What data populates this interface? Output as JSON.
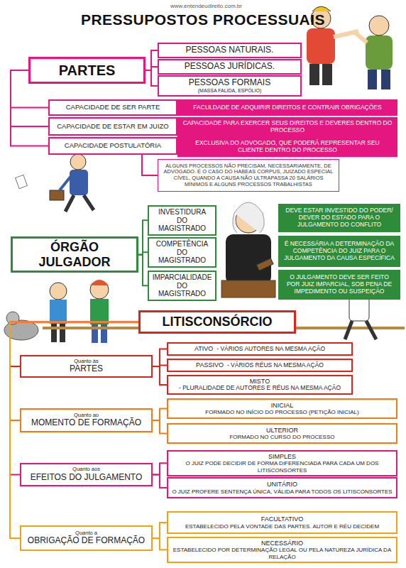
{
  "diagram": {
    "title": "PRESSUPOSTOS PROCESSUAIS",
    "nodes": [
      {
        "text": [
          "PARTES"
        ]
      },
      {
        "text": [
          "PESSOAS NATURAIS."
        ]
      },
      {
        "text": [
          "PESSOAS JURÍDICAS."
        ]
      },
      {
        "text": [
          "PESSOAS FORMAIS",
          "(MASSA FALIDA, ESPÓLIO)"
        ]
      },
      {
        "text": [
          "CAPACIDADE DE SER PARTE"
        ]
      },
      {
        "text": [
          "FACULDADE DE ADQUIRIR DIREITOS E CONTRAIR OBRIGAÇÕES"
        ]
      },
      {
        "text": [
          "CAPACIDADE DE ESTAR EM JUIZO"
        ]
      },
      {
        "text": [
          "CAPACIDADE PARA EXERCER SEUS DIREITOS E DEVERES DENTRO DO PROCESSO"
        ]
      },
      {
        "text": [
          "CAPACIDADE POSTULATÓRIA"
        ]
      },
      {
        "text": [
          "EXCLUSIVA DO ADVOGADO, QUE PODERÁ REPRESENTAR SEU CLIENTE DENTRO DO PROCESSO"
        ]
      },
      {
        "text": [
          "ALGUNS PROCESSOS NÃO PRECISAM, NECESSARIAMENTE, DE ADVOGADO. É O CASO DO HABEAS CORPUS, JUIZADO ESPECIAL CÍVEL, QUANDO A CAUSA NÃO ULTRAPASSA 20 SALÁRIOS MÍNIMOS E ALGUNS PROCESSOS TRABALHISTAS"
        ]
      },
      {
        "text": [
          "ÓRGÃO JULGADOR"
        ]
      },
      {
        "text": [
          "INVESTIDURA DO MAGISTRADO"
        ]
      },
      {
        "text": [
          "COMPETÊNCIA DO MAGISTRADO"
        ]
      },
      {
        "text": [
          "IMPARCIALIDADE DO MAGISTRADO"
        ]
      },
      {
        "text": [
          "DEVE ESTAR INVESTIDO DO PODER/ DEVER DO ESTADO PARA O JULGAMENTO DO CONFLITO"
        ]
      },
      {
        "text": [
          "É NECESSÁRIA A DETERMINAÇÃO DA COMPETÊNCIA DO JUIZ PARA O JULGAMENTO DA CAUSA ESPECÍFICA"
        ]
      },
      {
        "text": [
          "O JULGAMENTO DEVE SER FEITO POR JUIZ IMPARCIAL, SOB PENA DE IMPEDIMENTO OU SUSPEIÇÃO"
        ]
      },
      {
        "text": [
          "LITISCONSÓRCIO"
        ]
      },
      {
        "text": [
          "Quanto às",
          "PARTES"
        ]
      },
      {
        "text": [
          "ATIVO",
          "- VÁRIOS AUTORES NA MESMA AÇÃO"
        ]
      },
      {
        "text": [
          "PASSIVO",
          "- VÁRIOS RÉUS NA MESMA AÇÃO"
        ]
      },
      {
        "text": [
          "MISTO",
          "- PLURALIDADE DE AUTORES E RÉUS NA MESMA AÇÃO"
        ]
      },
      {
        "text": [
          "Quanto ao",
          "MOMENTO DE FORMAÇÃO"
        ]
      },
      {
        "text": [
          "INICIAL",
          "FORMADO NO INÍCIO DO PROCESSO (PETIÇÃO INICIAL)"
        ]
      },
      {
        "text": [
          "ULTERIOR",
          "FORMADO NO CURSO DO PROCESSO"
        ]
      },
      {
        "text": [
          "Quanto aos",
          "EFEITOS DO JULGAMENTO"
        ]
      },
      {
        "text": [
          "SIMPLES",
          "O JUIZ PODE DECIDIR DE FORMA DIFERENCIADA PARA CADA UM DOS LITISCONSORTES"
        ]
      },
      {
        "text": [
          "UNITÁRIO",
          "O JUIZ PROFERE SENTENÇA ÚNICA, VÁLIDA PARA TODOS OS LITISCONSORTES"
        ]
      },
      {
        "text": [
          "Quanto a",
          "OBRIGAÇÃO DE FORMAÇÃO"
        ]
      },
      {
        "text": [
          "FACULTATIVO",
          "ESTABELECIDO PELA VONTADE DAS PARTES. AUTOR E RÉU DECIDEM"
        ]
      },
      {
        "text": [
          "NECESSÁRIO",
          "ESTABELECIDO POR DETERMINAÇÃO LEGAL OU PELA NATUREZA JURÍDICA DA RELAÇÃO"
        ]
      }
    ],
    "edges": [
      {
        "from": 0,
        "to": 1,
        "arrow": "none"
      },
      {
        "from": 0,
        "to": 2,
        "arrow": "none"
      },
      {
        "from": 0,
        "to": 3,
        "arrow": "none"
      },
      {
        "from": 0,
        "to": 4,
        "arrow": "none"
      },
      {
        "from": 0,
        "to": 6,
        "arrow": "none"
      },
      {
        "from": 0,
        "to": 8,
        "arrow": "none"
      },
      {
        "from": 8,
        "to": 10,
        "arrow": "none"
      },
      {
        "from": 11,
        "to": 12,
        "arrow": "none"
      },
      {
        "from": 11,
        "to": 13,
        "arrow": "none"
      },
      {
        "from": 11,
        "to": 14,
        "arrow": "none"
      },
      {
        "from": 18,
        "to": 19,
        "arrow": "none"
      },
      {
        "from": 18,
        "to": 23,
        "arrow": "none"
      },
      {
        "from": 18,
        "to": 26,
        "arrow": "none"
      },
      {
        "from": 18,
        "to": 29,
        "arrow": "none"
      },
      {
        "from": 19,
        "to": 20,
        "arrow": "none"
      },
      {
        "from": 19,
        "to": 21,
        "arrow": "none"
      },
      {
        "from": 19,
        "to": 22,
        "arrow": "none"
      },
      {
        "from": 23,
        "to": 24,
        "arrow": "none"
      },
      {
        "from": 23,
        "to": 25,
        "arrow": "none"
      },
      {
        "from": 26,
        "to": 27,
        "arrow": "none"
      },
      {
        "from": 26,
        "to": 28,
        "arrow": "none"
      },
      {
        "from": 29,
        "to": 30,
        "arrow": "none"
      },
      {
        "from": 29,
        "to": 31,
        "arrow": "none"
      }
    ],
    "labels": [
      "www.entendeudireito.com.br"
    ]
  }
}
